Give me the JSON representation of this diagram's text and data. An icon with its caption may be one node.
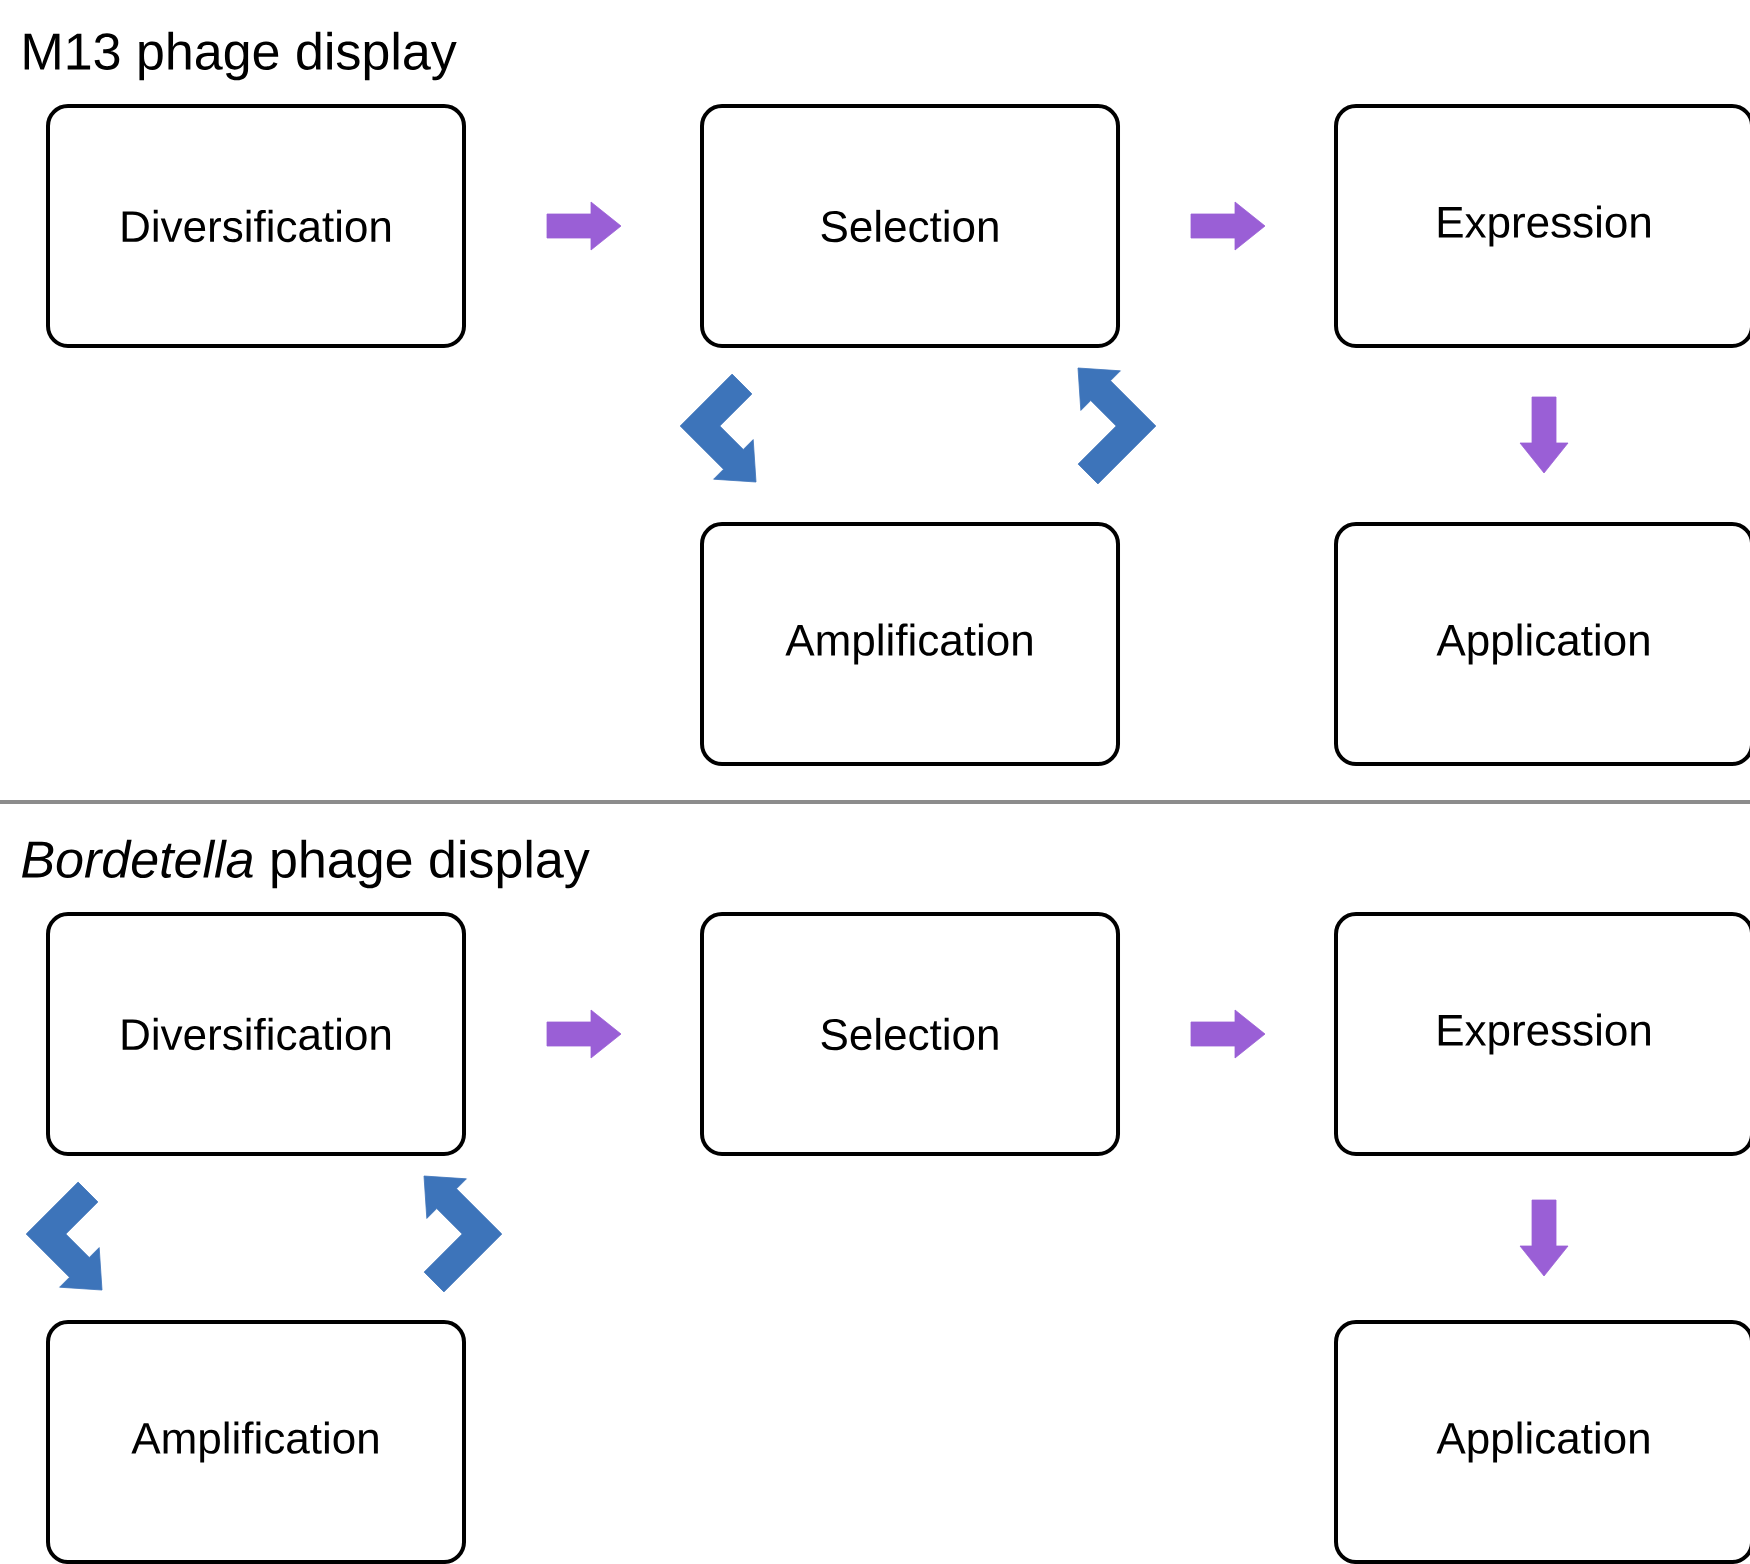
{
  "diagram": {
    "nodes": [
      {
        "text": [
          "Diversification"
        ]
      },
      {
        "text": [
          "Selection"
        ]
      },
      {
        "text": [
          "Expression"
        ]
      },
      {
        "text": [
          "Amplification"
        ]
      },
      {
        "text": [
          "Application"
        ]
      },
      {
        "text": [
          "Diversification"
        ]
      },
      {
        "text": [
          "Selection"
        ]
      },
      {
        "text": [
          "Expression"
        ]
      },
      {
        "text": [
          "Amplification"
        ]
      },
      {
        "text": [
          "Application"
        ]
      }
    ],
    "edges": [
      {
        "from": 0,
        "to": 1,
        "arrow": "to"
      },
      {
        "from": 1,
        "to": 2,
        "arrow": "to"
      },
      {
        "from": 1,
        "to": 3,
        "arrow": "to",
        "color": "#3d74ba"
      },
      {
        "from": 3,
        "to": 1,
        "arrow": "to",
        "color": "#3d74ba"
      },
      {
        "from": 2,
        "to": 4,
        "arrow": "to"
      },
      {
        "from": 5,
        "to": 6,
        "arrow": "to"
      },
      {
        "from": 6,
        "to": 7,
        "arrow": "to"
      },
      {
        "from": 5,
        "to": 8,
        "arrow": "to",
        "color": "#3d74ba"
      },
      {
        "from": 8,
        "to": 5,
        "arrow": "to",
        "color": "#3d74ba"
      },
      {
        "from": 7,
        "to": 9,
        "arrow": "to"
      }
    ],
    "labels": [
      "M13 phage display",
      "*Bordetella* phage display"
    ]
  }
}
